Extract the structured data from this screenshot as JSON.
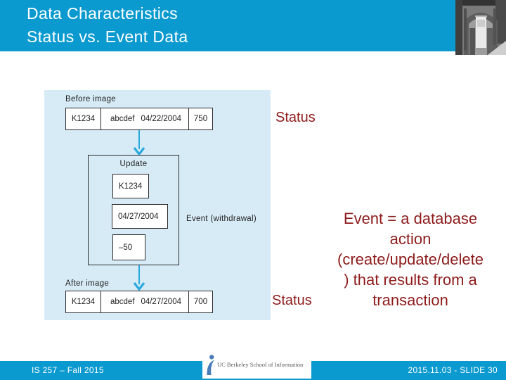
{
  "header": {
    "title_line1": "Data Characteristics",
    "title_line2": "Status vs. Event Data"
  },
  "diagram": {
    "before": {
      "label": "Before image",
      "cells": {
        "id": "K1234",
        "name": "abcdef",
        "date": "04/22/2004",
        "amount": "750"
      }
    },
    "update": {
      "label": "Update",
      "id": "K1234",
      "date": "04/27/2004",
      "amount": "–50"
    },
    "event_label": "Event (withdrawal)",
    "after": {
      "label": "After image",
      "cells": {
        "id": "K1234",
        "name": "abcdef",
        "date": "04/27/2004",
        "amount": "700"
      }
    }
  },
  "annotations": {
    "status_top": "Status",
    "status_bottom": "Status",
    "event_note": "Event = a database\naction\n(create/update/delete\n) that results from a\ntransaction"
  },
  "footer": {
    "course": "IS 257 – Fall 2015",
    "logo_text": "UC Berkeley School of Information",
    "slide_info": "2015.11.03 - SLIDE 30"
  },
  "colors": {
    "header_bg": "#0a9acf",
    "panel_bg": "#d7ebf6",
    "accent_red": "#8e1b1b",
    "arrow": "#2aa9dd"
  }
}
